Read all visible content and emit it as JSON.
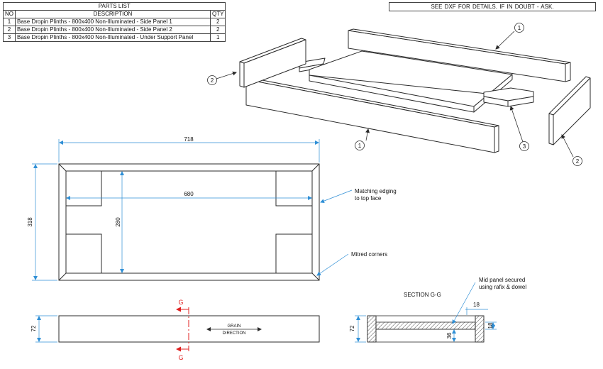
{
  "parts_list": {
    "title": "PARTS LIST",
    "headers": {
      "no": "NO",
      "description": "DESCRIPTION",
      "qty": "QTY"
    },
    "rows": [
      {
        "no": "1",
        "description": "Base Dropin Plinths - 800x400 Non-Illuminated - Side Panel 1",
        "qty": "2"
      },
      {
        "no": "2",
        "description": "Base Dropin Plinths - 800x400 Non-Illuminated - Side Panel 2",
        "qty": "2"
      },
      {
        "no": "3",
        "description": "Base Dropin Plinths - 800x400 Non-Illuminated - Under Support Panel",
        "qty": "1"
      }
    ]
  },
  "header_note": "SEE DXF FOR DETAILS.     IF IN DOUBT - ASK.",
  "balloons": {
    "one": "1",
    "two": "2",
    "three": "3"
  },
  "plan": {
    "dim_width_outer": "718",
    "dim_width_inner": "680",
    "dim_height_outer": "318",
    "dim_height_inner": "280",
    "note_edging_line1": "Matching edging",
    "note_edging_line2": "to top face",
    "note_mitre": "Mitred corners"
  },
  "elevation": {
    "dim_height": "72",
    "section_letter": "G",
    "grain_line1": "GRAIN",
    "grain_line2": "DIRECTION"
  },
  "section": {
    "title": "SECTION G-G",
    "note_line1": "Mid panel secured",
    "note_line2": "using rafix & dowel",
    "dim_height": "72",
    "dim_top": "18",
    "dim_right": "18",
    "dim_mid": "36"
  },
  "colors": {
    "line": "#2b2b2b",
    "dimension": "#2f8fd6",
    "section_mark": "#e02020"
  }
}
